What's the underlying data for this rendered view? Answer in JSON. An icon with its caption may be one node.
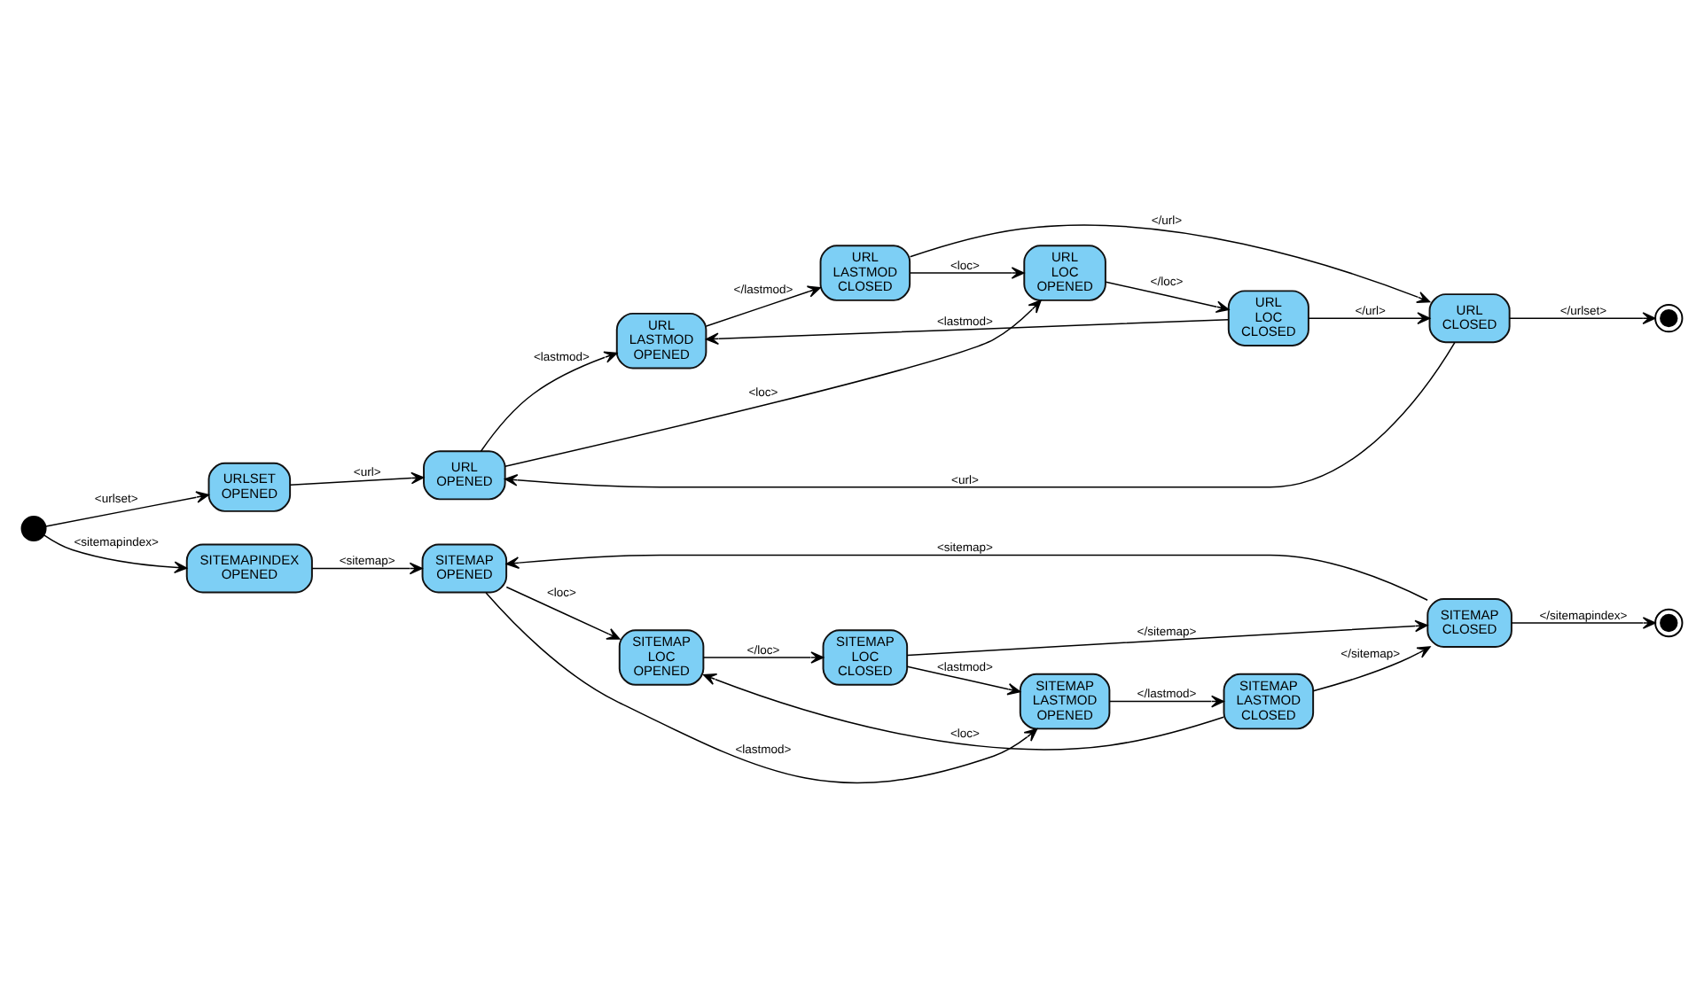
{
  "diagram": {
    "nodes": [
      {
        "text": [],
        "shape": "circle"
      },
      {
        "text": [
          "URLSET OPENED"
        ]
      },
      {
        "text": [
          "URL OPENED"
        ]
      },
      {
        "text": [
          "URL LASTMOD OPENED"
        ]
      },
      {
        "text": [
          "URL LASTMOD CLOSED"
        ]
      },
      {
        "text": [
          "URL LOC OPENED"
        ]
      },
      {
        "text": [
          "URL LOC CLOSED"
        ]
      },
      {
        "text": [
          "URL CLOSED"
        ]
      },
      {
        "text": [],
        "shape": "bullseye"
      },
      {
        "text": [
          "SITEMAPINDEX OPENED"
        ]
      },
      {
        "text": [
          "SITEMAP OPENED"
        ]
      },
      {
        "text": [
          "SITEMAP CLOSED"
        ]
      },
      {
        "text": [],
        "shape": "bullseye"
      },
      {
        "text": [
          "SITEMAP LOC OPENED"
        ]
      },
      {
        "text": [
          "SITEMAP LOC CLOSED"
        ]
      },
      {
        "text": [
          "SITEMAP LASTMOD OPENED"
        ]
      },
      {
        "text": [
          "SITEMAP LASTMOD CLOSED"
        ]
      }
    ],
    "edges": [
      {
        "from": 0,
        "to": 1,
        "arrow": "to",
        "label": "<urlset>"
      },
      {
        "from": 0,
        "to": 9,
        "arrow": "to",
        "label": "<sitemapindex>"
      },
      {
        "from": 1,
        "to": 2,
        "arrow": "to",
        "label": "<url>"
      },
      {
        "from": 2,
        "to": 3,
        "arrow": "to",
        "label": "<lastmod>"
      },
      {
        "from": 2,
        "to": 5,
        "arrow": "to",
        "label": "<loc>"
      },
      {
        "from": 3,
        "to": 4,
        "arrow": "to",
        "label": "</lastmod>"
      },
      {
        "from": 6,
        "to": 3,
        "arrow": "to",
        "label": "<lastmod>"
      },
      {
        "from": 4,
        "to": 5,
        "arrow": "to",
        "label": "<loc>"
      },
      {
        "from": 5,
        "to": 6,
        "arrow": "to",
        "label": "</loc>"
      },
      {
        "from": 4,
        "to": 7,
        "arrow": "to",
        "label": "</url>"
      },
      {
        "from": 6,
        "to": 7,
        "arrow": "to",
        "label": "</url>"
      },
      {
        "from": 7,
        "to": 8,
        "arrow": "to",
        "label": "</urlset>"
      },
      {
        "from": 7,
        "to": 2,
        "arrow": "to",
        "label": "<url>"
      },
      {
        "from": 9,
        "to": 10,
        "arrow": "to",
        "label": "<sitemap>"
      },
      {
        "from": 11,
        "to": 10,
        "arrow": "to",
        "label": "<sitemap>"
      },
      {
        "from": 11,
        "to": 12,
        "arrow": "to",
        "label": "</sitemapindex>"
      },
      {
        "from": 10,
        "to": 13,
        "arrow": "to",
        "label": "<loc>"
      },
      {
        "from": 13,
        "to": 14,
        "arrow": "to",
        "label": "</loc>"
      },
      {
        "from": 14,
        "to": 11,
        "arrow": "to",
        "label": "</sitemap>"
      },
      {
        "from": 16,
        "to": 11,
        "arrow": "to",
        "label": "</sitemap>"
      },
      {
        "from": 16,
        "to": 13,
        "arrow": "to",
        "label": "<loc>"
      },
      {
        "from": 14,
        "to": 15,
        "arrow": "to",
        "label": "<lastmod>"
      },
      {
        "from": 10,
        "to": 15,
        "arrow": "to",
        "label": "<lastmod>"
      },
      {
        "from": 15,
        "to": 16,
        "arrow": "to",
        "label": "</lastmod>"
      }
    ]
  }
}
